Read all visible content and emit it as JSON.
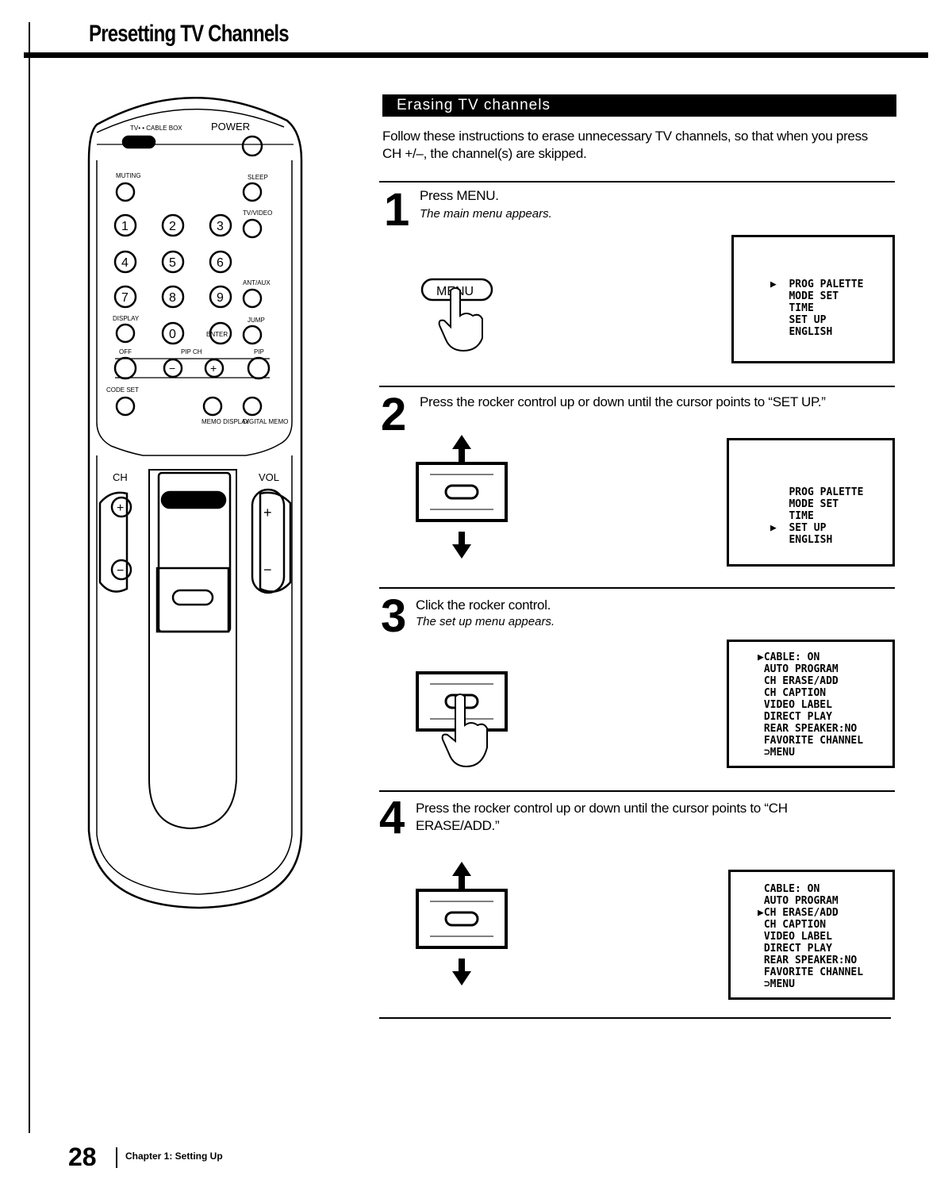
{
  "header": {
    "title": "Presetting TV Channels"
  },
  "remote": {
    "labels": {
      "tv_cablebox": "TV• • CABLE BOX",
      "power": "POWER",
      "muting": "MUTING",
      "sleep": "SLEEP",
      "tv_video": "TV/VIDEO",
      "ant_aux": "ANT/AUX",
      "display": "DISPLAY",
      "jump": "JUMP",
      "off": "OFF",
      "pip_ch": "PIP CH",
      "pip": "PIP",
      "code_set": "CODE SET",
      "memo_display": "MEMO DISPLAY",
      "digital_memo": "DIGITAL MEMO",
      "ch": "CH",
      "vol": "VOL",
      "enter": "ENTER"
    },
    "digits": [
      "1",
      "2",
      "3",
      "4",
      "5",
      "6",
      "7",
      "8",
      "9",
      "0"
    ],
    "plus": "+",
    "minus": "−"
  },
  "section": {
    "title": "Erasing TV channels",
    "intro": "Follow these instructions to erase unnecessary TV channels, so that when you press CH +/–, the channel(s) are skipped."
  },
  "steps": [
    {
      "number": "1",
      "text": "Press MENU.",
      "sub": "The main menu appears.",
      "button": "MENU",
      "screen": [
        "▶  PROG PALETTE",
        "   MODE SET",
        "   TIME",
        "   SET UP",
        "   ENGLISH"
      ]
    },
    {
      "number": "2",
      "text": "Press the rocker control up or down until the cursor points to “SET UP.”",
      "sub": "",
      "screen": [
        "   PROG PALETTE",
        "   MODE SET",
        "   TIME",
        "▶  SET UP",
        "   ENGLISH"
      ]
    },
    {
      "number": "3",
      "text": "Click the rocker control.",
      "sub": "The set up menu appears.",
      "screen": [
        "▶CABLE: ON",
        " AUTO PROGRAM",
        " CH ERASE/ADD",
        " CH CAPTION",
        " VIDEO LABEL",
        " DIRECT PLAY",
        " REAR SPEAKER:NO",
        " FAVORITE CHANNEL",
        " ⊃MENU"
      ]
    },
    {
      "number": "4",
      "text": "Press the rocker control up or down until the cursor points to “CH ERASE/ADD.”",
      "sub": "",
      "screen": [
        " CABLE: ON",
        " AUTO PROGRAM",
        "▶CH ERASE/ADD",
        " CH CAPTION",
        " VIDEO LABEL",
        " DIRECT PLAY",
        " REAR SPEAKER:NO",
        " FAVORITE CHANNEL",
        " ⊃MENU"
      ]
    }
  ],
  "footer": {
    "page_number": "28",
    "chapter": "Chapter 1: Setting Up"
  }
}
